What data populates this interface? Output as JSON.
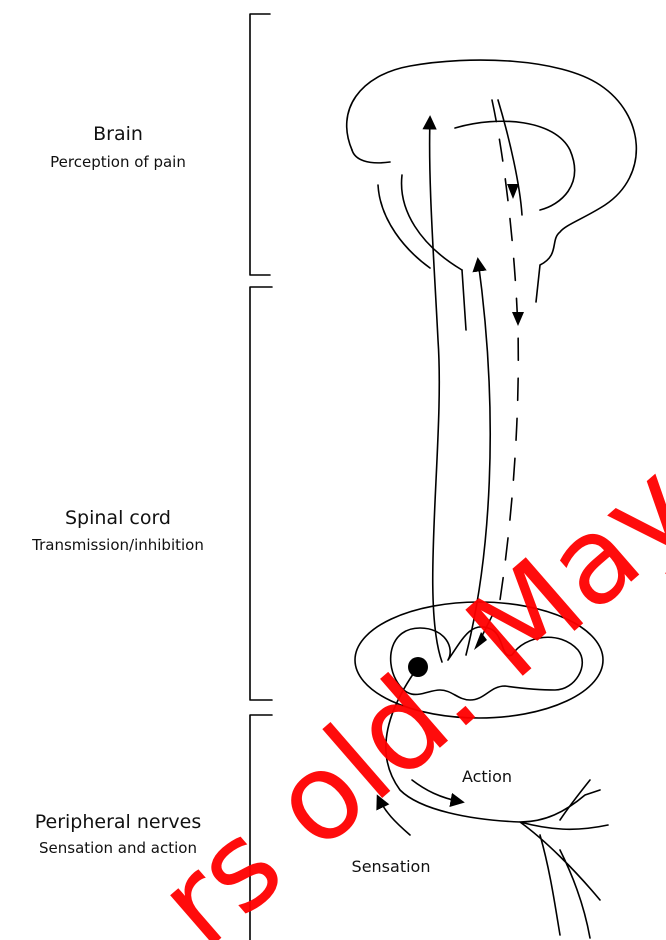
{
  "regions": [
    {
      "title": "Brain",
      "subtitle": "Perception of pain"
    },
    {
      "title": "Spinal cord",
      "subtitle": "Transmission/inhibition"
    },
    {
      "title": "Peripheral nerves",
      "subtitle": "Sensation and action"
    }
  ],
  "arrow_labels": {
    "action": "Action",
    "sensation": "Sensation"
  },
  "watermark": "rs old. May not reflect c",
  "colors": {
    "line": "#000000",
    "watermark": "#ff0000"
  }
}
